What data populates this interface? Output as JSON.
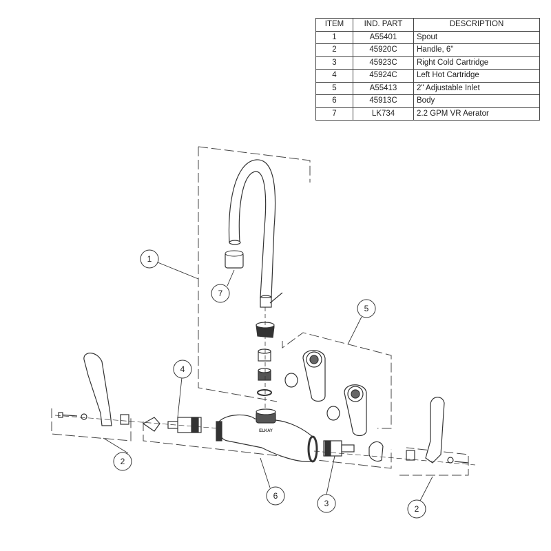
{
  "parts_table": {
    "headers": [
      "ITEM",
      "IND. PART",
      "DESCRIPTION"
    ],
    "rows": [
      {
        "item": "1",
        "part": "A55401",
        "description": "Spout"
      },
      {
        "item": "2",
        "part": "45920C",
        "description": "Handle, 6\""
      },
      {
        "item": "3",
        "part": "45923C",
        "description": "Right Cold Cartridge"
      },
      {
        "item": "4",
        "part": "45924C",
        "description": "Left Hot Cartridge"
      },
      {
        "item": "5",
        "part": "A55413",
        "description": "2\" Adjustable Inlet"
      },
      {
        "item": "6",
        "part": "45913C",
        "description": "Body"
      },
      {
        "item": "7",
        "part": "LK734",
        "description": "2.2 GPM VR Aerator"
      }
    ]
  },
  "callouts": {
    "spout": "1",
    "aerator": "7",
    "inlet": "5",
    "left_cartridge": "4",
    "left_handle": "2",
    "body": "6",
    "right_cartridge": "3",
    "right_handle": "2"
  },
  "body_logo": "ELKAY"
}
